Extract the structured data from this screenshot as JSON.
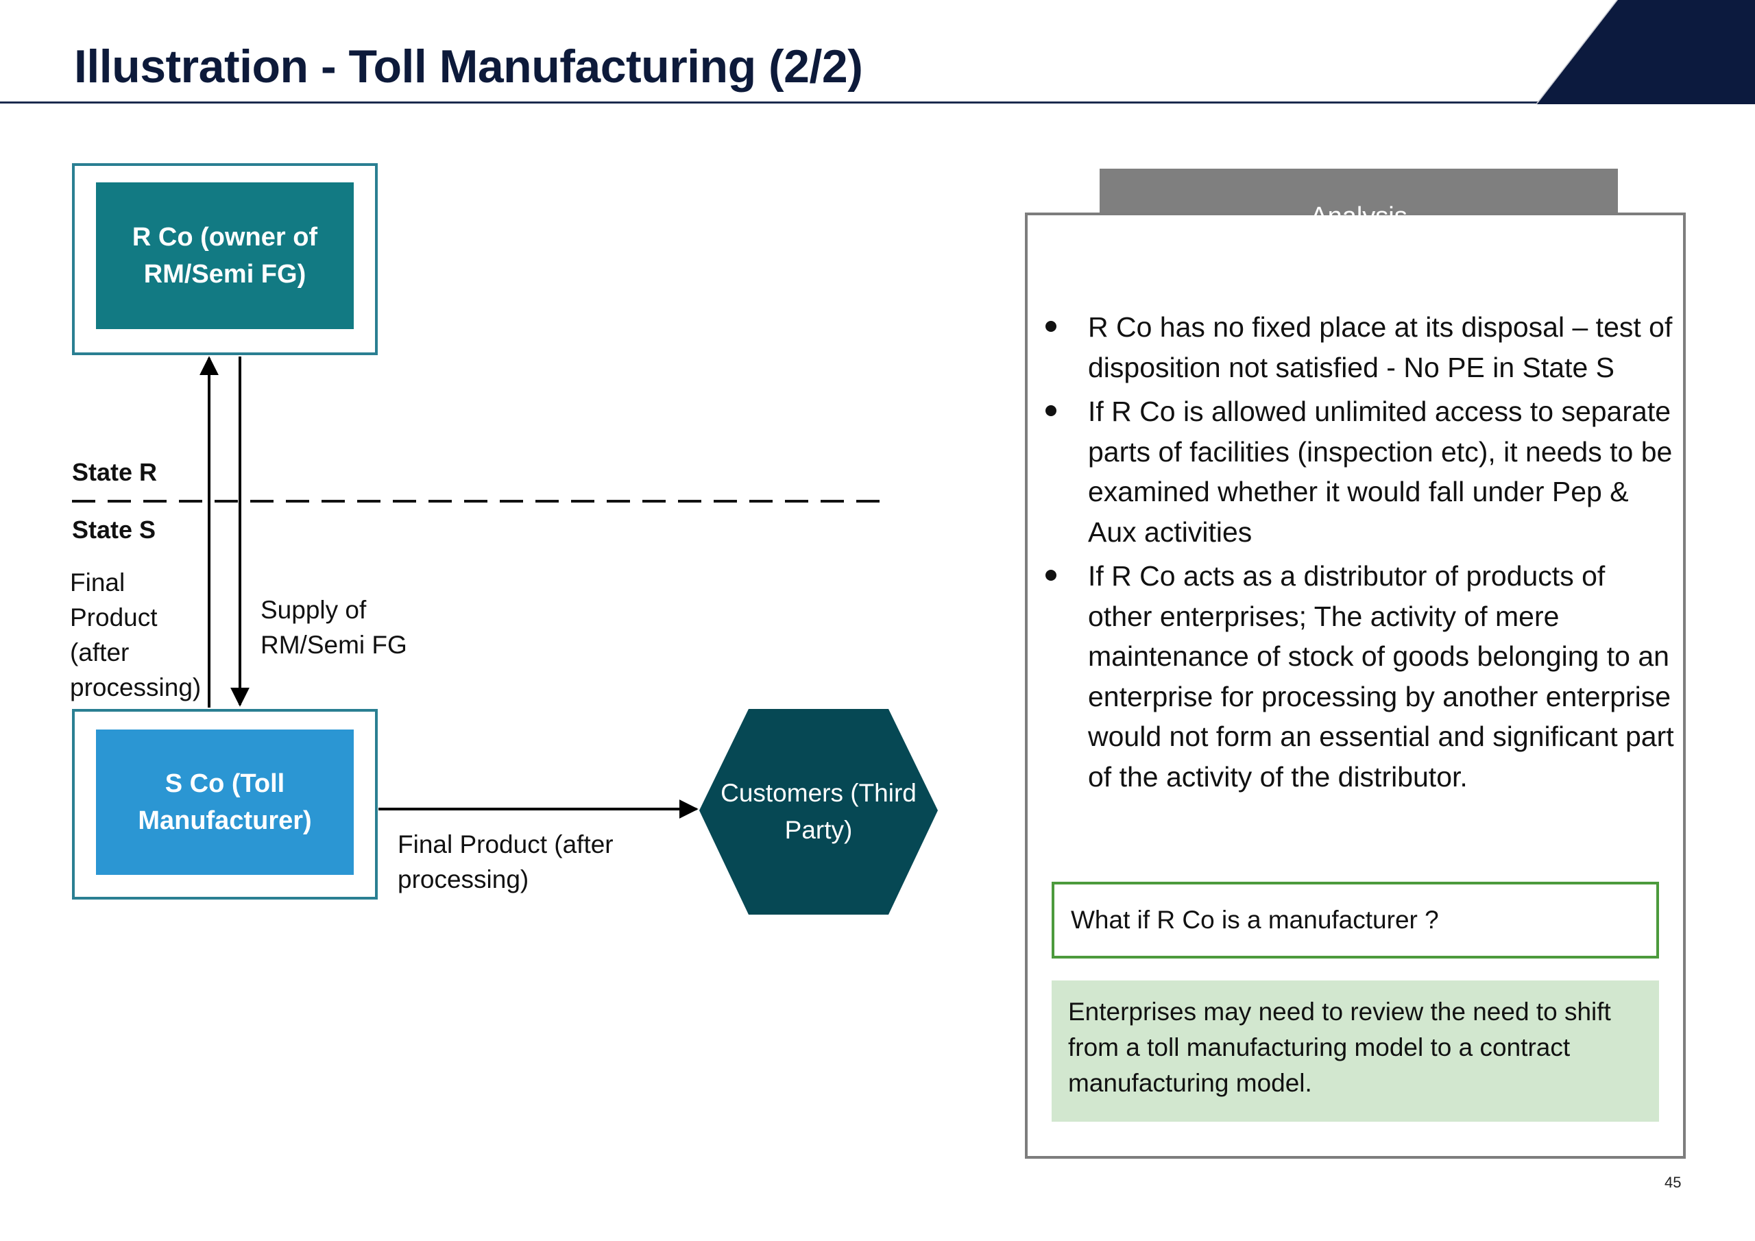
{
  "slide": {
    "title": "Illustration - Toll Manufacturing (2/2)",
    "page_number": "45"
  },
  "diagram": {
    "r_co": {
      "label": "R Co (owner of RM/Semi FG)"
    },
    "s_co": {
      "label": "S Co (Toll Manufacturer)"
    },
    "state_r": "State R",
    "state_s": "State S",
    "flow_final_up": "Final Product (after processing)",
    "flow_supply_down": "Supply of RM/Semi FG",
    "flow_final_right": "Final Product (after processing)",
    "customers": {
      "label": "Customers (Third Party)"
    }
  },
  "analysis": {
    "tab_label": "Analysis",
    "bullets": [
      "R Co has no fixed place at its disposal – test of disposition not satisfied - No PE in State S",
      "If R Co is allowed unlimited access to separate parts of facilities (inspection etc), it needs to be examined whether it would fall under Pep & Aux activities",
      "If R Co acts as a distributor of products of other enterprises; The activity of mere maintenance of stock of goods belonging to an enterprise for processing by another enterprise would not form an essential and significant part of the activity of the distributor."
    ],
    "question": "What if R Co is a manufacturer ?",
    "note": "Enterprises may need to review the need to shift from a toll manufacturing model to a contract manufacturing model."
  },
  "colors": {
    "title_navy": "#0d1a3a",
    "r_co_teal": "#127a83",
    "s_co_blue": "#2b96d3",
    "box_border": "#2a7f92",
    "customers_hex": "#064854",
    "analysis_tab_gray": "#808080",
    "question_border_green": "#4c9a3c",
    "note_fill_green": "#d2e7cf"
  }
}
